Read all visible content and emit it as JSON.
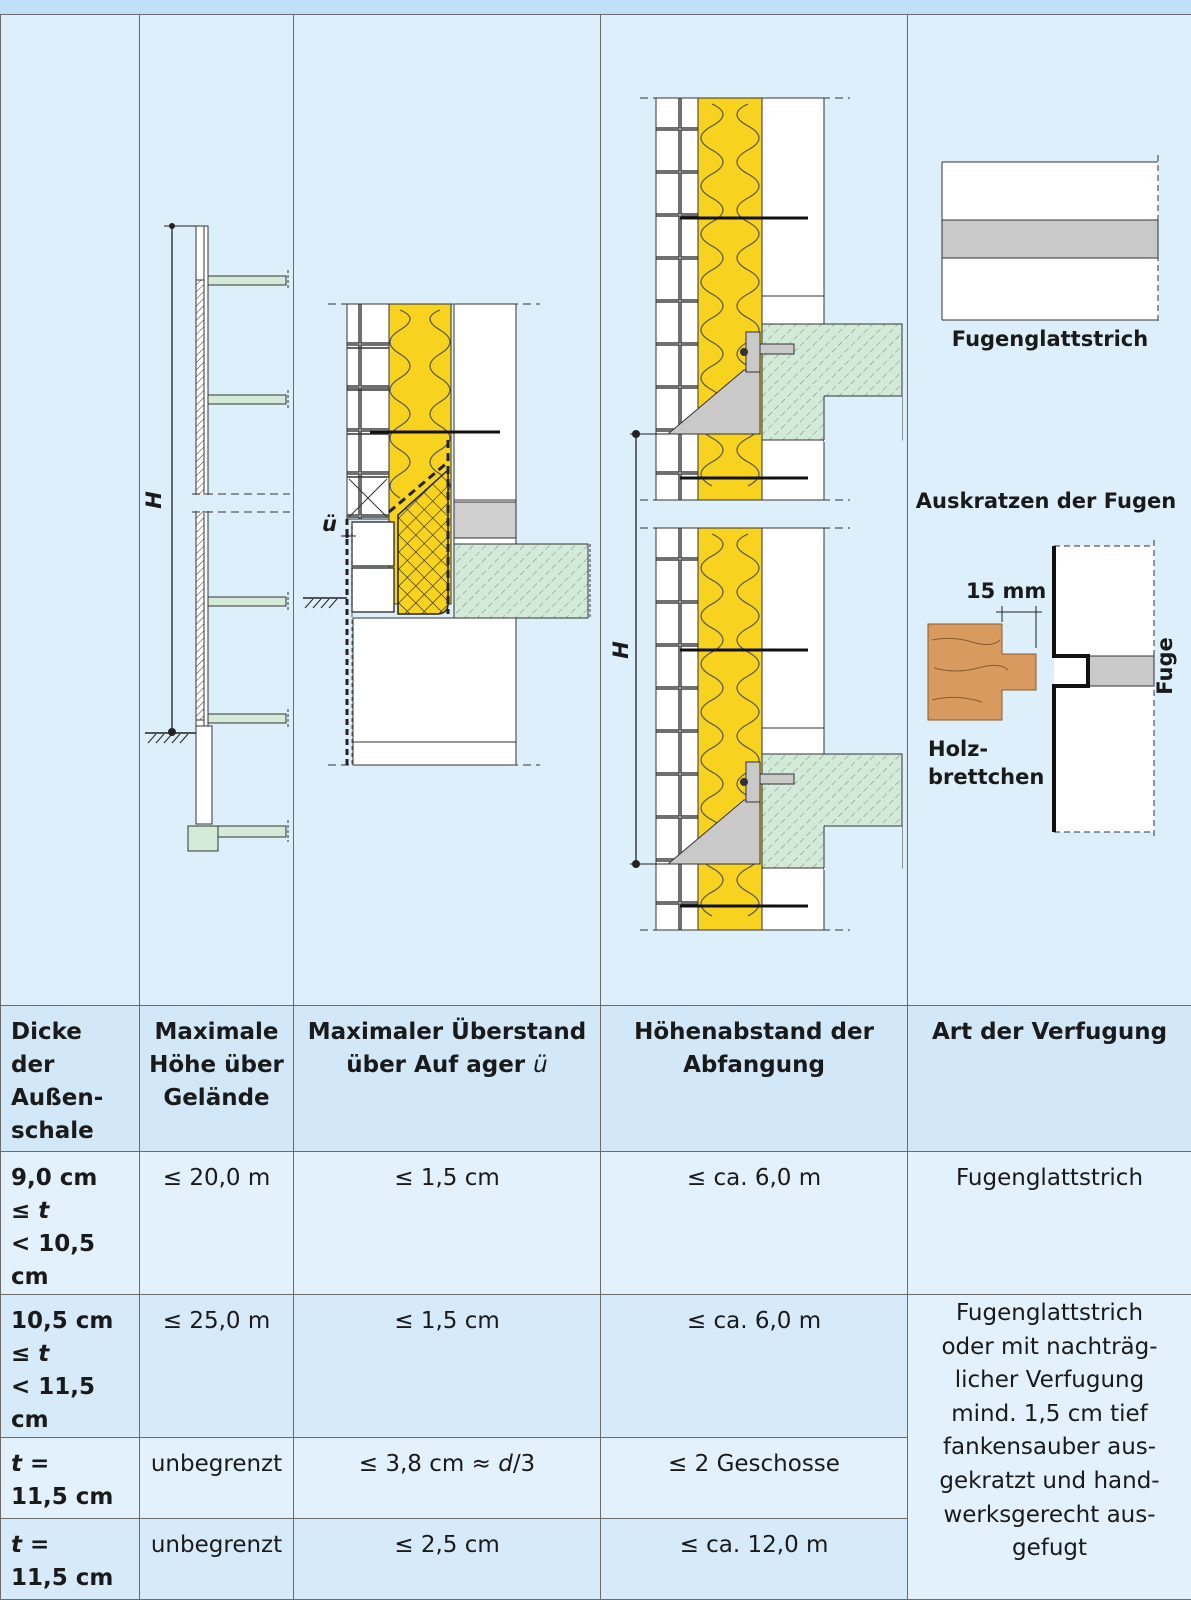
{
  "columns": [
    {
      "header": "Dicke der Außen-schale",
      "header_lines": [
        "Dicke",
        "der",
        "Außen-",
        "schale"
      ]
    },
    {
      "header": "Maximale Höhe über Gelände",
      "header_lines": [
        "Maximale",
        "Höhe über",
        "Gelände"
      ]
    },
    {
      "header": "Maximaler Überstand über Auf ager ü",
      "header_lines": [
        "Maximaler Überstand",
        "über Auf ager"
      ],
      "header_symbol": "ü"
    },
    {
      "header": "Höhenabstand der Abfangung",
      "header_lines": [
        "Höhenabstand der",
        "Abfangung"
      ]
    },
    {
      "header": "Art der Verfugung",
      "header_lines": [
        "Art der Verfugung"
      ]
    }
  ],
  "rows": [
    {
      "thickness_lines": [
        "9,0 cm",
        "≤",
        "< 10,5 cm"
      ],
      "thickness_symbol": "t",
      "height": "≤  20,0 m",
      "overhang": "≤  1,5 cm",
      "spacing": "≤  ca. 6,0 m",
      "jointing": "Fugenglattstrich"
    },
    {
      "thickness_lines": [
        "10,5 cm",
        "≤",
        "< 11,5 cm"
      ],
      "thickness_symbol": "t",
      "height": "≤  25,0 m",
      "overhang": "≤  1,5 cm",
      "spacing": "≤  ca. 6,0 m"
    },
    {
      "thickness_lines": [
        "=",
        "11,5 cm"
      ],
      "thickness_symbol": "t",
      "height": "unbegrenzt",
      "overhang_prefix": "≤  3,8 cm ≈",
      "overhang_symbol": "d",
      "overhang_suffix": "/3",
      "spacing": "≤  2 Geschosse"
    },
    {
      "thickness_lines": [
        "=",
        "11,5 cm"
      ],
      "thickness_symbol": "t",
      "height": "unbegrenzt",
      "overhang": "≤  2,5 cm",
      "spacing": "≤  ca. 12,0 m"
    }
  ],
  "merged_jointing_lines": [
    "Fugenglattstrich",
    "oder mit nachträg-",
    "licher Verfugung",
    "mind. 1,5 cm tief",
    "fankensauber aus-",
    "gekratzt und hand-",
    "werksgerecht aus-",
    "gefugt"
  ],
  "drawing_labels": {
    "height_symbol": "H",
    "overhang_symbol": "ü",
    "spacing_symbol": "H",
    "smoothing_label": "Fugenglattstrich",
    "raking_label": "Auskratzen der Fugen",
    "depth_label": "15 mm",
    "joint_label": "Fuge",
    "board_label_lines": [
      "Holz-",
      "brettchen"
    ]
  },
  "colors": {
    "insulation": "#f7d21e",
    "concrete": "#d4ead8",
    "steel": "#c9c9c9",
    "wood": "#d99a5f",
    "table_header": "#d2e8f8",
    "background": "#ddeffb"
  }
}
